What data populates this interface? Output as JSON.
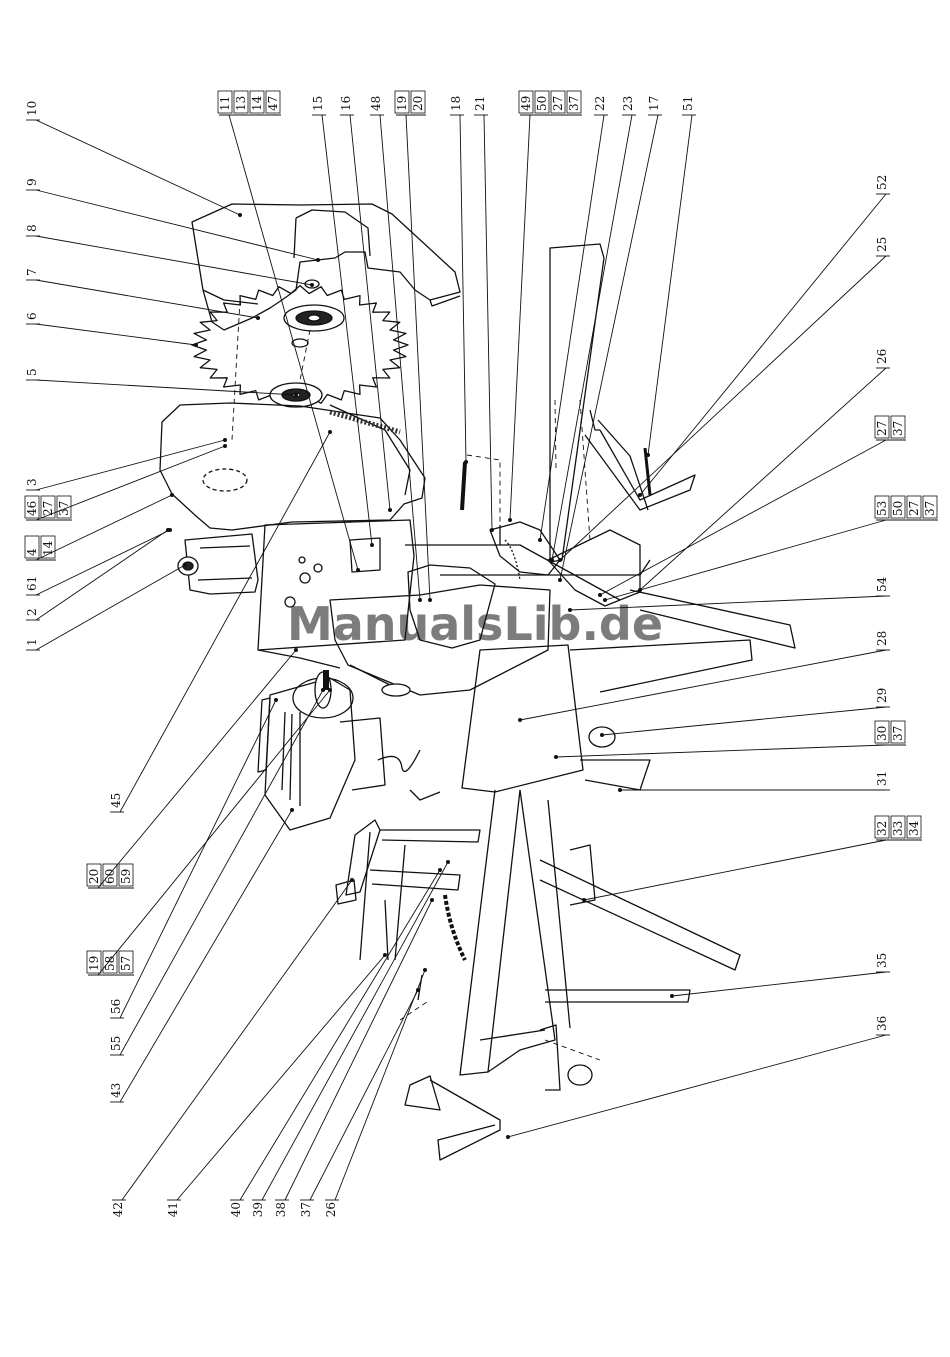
{
  "watermark": "ManualsLib.de",
  "labels_top": [
    {
      "id": "top-10",
      "parts": [
        "10"
      ]
    },
    {
      "id": "top-9",
      "parts": [
        "9"
      ]
    },
    {
      "id": "top-8",
      "parts": [
        "8"
      ]
    },
    {
      "id": "top-7",
      "parts": [
        "7"
      ]
    },
    {
      "id": "top-6",
      "parts": [
        "6"
      ]
    },
    {
      "id": "top-5",
      "parts": [
        "5"
      ]
    },
    {
      "id": "top-11",
      "parts": [
        "11",
        "13",
        "14",
        "47"
      ]
    },
    {
      "id": "top-15",
      "parts": [
        "15"
      ]
    },
    {
      "id": "top-16",
      "parts": [
        "16"
      ]
    },
    {
      "id": "top-48",
      "parts": [
        "48"
      ]
    },
    {
      "id": "top-19",
      "parts": [
        "19",
        "20"
      ]
    },
    {
      "id": "top-18",
      "parts": [
        "18"
      ]
    },
    {
      "id": "top-21",
      "parts": [
        "21"
      ]
    },
    {
      "id": "top-49",
      "parts": [
        "49",
        "50",
        "27",
        "37"
      ]
    },
    {
      "id": "top-22",
      "parts": [
        "22"
      ]
    },
    {
      "id": "top-23",
      "parts": [
        "23"
      ]
    },
    {
      "id": "top-17",
      "parts": [
        "17"
      ]
    },
    {
      "id": "top-51",
      "parts": [
        "51"
      ]
    }
  ],
  "labels_left": [
    {
      "id": "left-3",
      "parts": [
        "3"
      ]
    },
    {
      "id": "left-46",
      "parts": [
        "46",
        "27",
        "37"
      ]
    },
    {
      "id": "left-4",
      "parts": [
        "4",
        "14"
      ]
    },
    {
      "id": "left-61",
      "parts": [
        "61"
      ]
    },
    {
      "id": "left-2",
      "parts": [
        "2"
      ]
    },
    {
      "id": "left-1",
      "parts": [
        "1"
      ]
    },
    {
      "id": "left-45",
      "parts": [
        "45"
      ]
    },
    {
      "id": "left-20",
      "parts": [
        "20",
        "60",
        "59"
      ]
    },
    {
      "id": "left-19",
      "parts": [
        "19",
        "58",
        "57"
      ]
    },
    {
      "id": "left-56",
      "parts": [
        "56"
      ]
    },
    {
      "id": "left-55",
      "parts": [
        "55"
      ]
    },
    {
      "id": "left-43",
      "parts": [
        "43"
      ]
    }
  ],
  "labels_right": [
    {
      "id": "right-52",
      "parts": [
        "52"
      ]
    },
    {
      "id": "right-25",
      "parts": [
        "25"
      ]
    },
    {
      "id": "right-26",
      "parts": [
        "26"
      ]
    },
    {
      "id": "right-27",
      "parts": [
        "27",
        "37"
      ]
    },
    {
      "id": "right-53",
      "parts": [
        "53",
        "50",
        "27",
        "37"
      ]
    },
    {
      "id": "right-54",
      "parts": [
        "54"
      ]
    },
    {
      "id": "right-28",
      "parts": [
        "28"
      ]
    },
    {
      "id": "right-29",
      "parts": [
        "29"
      ]
    },
    {
      "id": "right-30",
      "parts": [
        "30",
        "37"
      ]
    },
    {
      "id": "right-31",
      "parts": [
        "31"
      ]
    },
    {
      "id": "right-32",
      "parts": [
        "32",
        "33",
        "34"
      ]
    },
    {
      "id": "right-35",
      "parts": [
        "35"
      ]
    },
    {
      "id": "right-36",
      "parts": [
        "36"
      ]
    }
  ],
  "labels_bottom": [
    {
      "id": "bottom-42",
      "parts": [
        "42"
      ]
    },
    {
      "id": "bottom-41",
      "parts": [
        "41"
      ]
    },
    {
      "id": "bottom-40",
      "parts": [
        "40"
      ]
    },
    {
      "id": "bottom-39",
      "parts": [
        "39"
      ]
    },
    {
      "id": "bottom-38",
      "parts": [
        "38"
      ]
    },
    {
      "id": "bottom-37",
      "parts": [
        "37"
      ]
    },
    {
      "id": "bottom-26",
      "parts": [
        "26"
      ]
    }
  ]
}
